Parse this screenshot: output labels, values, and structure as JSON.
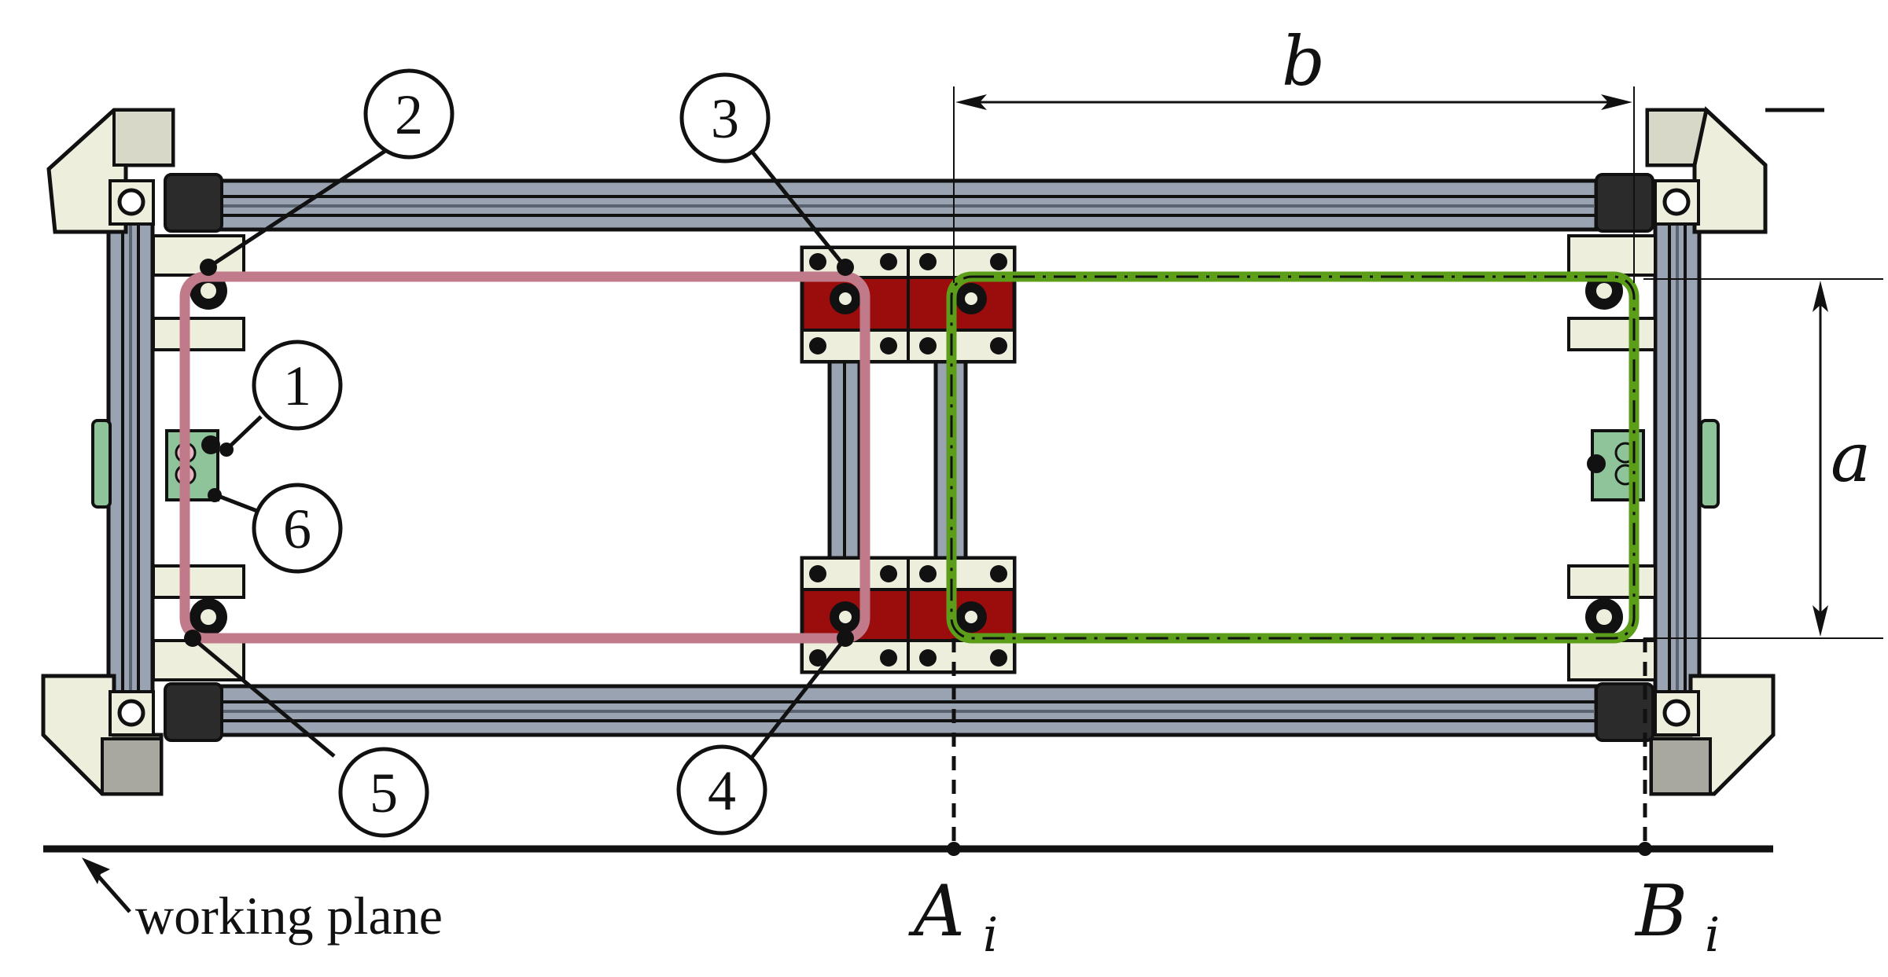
{
  "labels": {
    "callouts": [
      "1",
      "2",
      "3",
      "4",
      "5",
      "6"
    ],
    "dimension_a": "a",
    "dimension_b": "b",
    "point_a": "A",
    "point_a_sub": "i",
    "point_b": "B",
    "point_b_sub": "i",
    "working_plane": "working plane"
  },
  "colors": {
    "rail": "#9aa3b2",
    "rail_dark": "#5b6270",
    "outline": "#111111",
    "bracket": "#eeeedd",
    "carriage_red": "#9b0d0d",
    "pink_loop": "#c07a8a",
    "green_loop": "#5c9e1a",
    "green_block": "#8fc49a",
    "black": "#000000"
  }
}
